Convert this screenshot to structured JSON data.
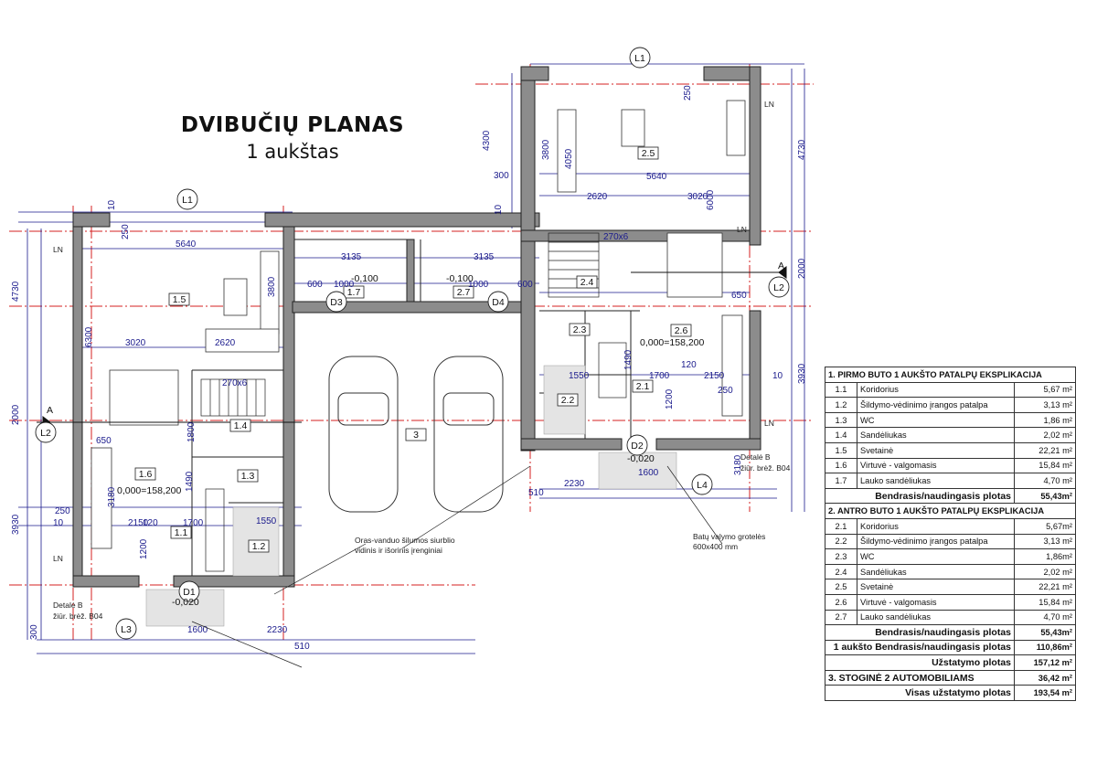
{
  "title": {
    "main": "DVIBUČIŲ PLANAS",
    "sub": "1 aukštas"
  },
  "colors": {
    "wall": "#8c8c8c",
    "wall_edge": "#222222",
    "dim": "#1a1a8c",
    "axis": "#d42020"
  },
  "plan": {
    "rooms": [
      "1.5",
      "1.6",
      "1.7",
      "1.4",
      "1.3",
      "1.2",
      "1.1",
      "3",
      "2.5",
      "2.6",
      "2.7",
      "2.4",
      "2.3",
      "2.2",
      "2.1"
    ],
    "levels": [
      "-0,100",
      "-0,100",
      "0,000=158,200",
      "0,000=158,200",
      "-0,020",
      "-0,020"
    ],
    "axis_marks": [
      "L1",
      "L1",
      "L2",
      "L2",
      "L3",
      "L4",
      "D1",
      "D2",
      "D3",
      "D4",
      "A",
      "A"
    ],
    "ln": [
      "LN",
      "LN",
      "LN",
      "LN",
      "LN"
    ],
    "details": [
      "Detalė B",
      "žiūr. brėž. B04",
      "Detalė B",
      "žiūr. brėž. B04"
    ],
    "notes": [
      "Oras-vanduo šilumos siurblio",
      "vidinis ir išorinis įrenginiai",
      "Batų valymo grotelės",
      "600x400 mm"
    ],
    "dims": [
      "5640",
      "5640",
      "3135",
      "3135",
      "3020",
      "3020",
      "2620",
      "2620",
      "4730",
      "4730",
      "6300",
      "6000",
      "3800",
      "3800",
      "4050",
      "4300",
      "3930",
      "3930",
      "2000",
      "2000",
      "1700",
      "1700",
      "2150",
      "2150",
      "1550",
      "1550",
      "2230",
      "2230",
      "1600",
      "1600",
      "1000",
      "1000",
      "600",
      "600",
      "250",
      "250",
      "250",
      "250",
      "10",
      "10",
      "10",
      "10",
      "120",
      "120",
      "1200",
      "1200",
      "3180",
      "3180",
      "1490",
      "1490",
      "650",
      "650",
      "300",
      "300",
      "510",
      "510",
      "270x6",
      "270x6",
      "1800"
    ]
  },
  "legend": {
    "sections": [
      {
        "header": "1. PIRMO BUTO 1 AUKŠTO PATALPŲ EKSPLIKACIJA",
        "rows": [
          {
            "num": "1.1",
            "name": "Koridorius",
            "area": "5,67 m²"
          },
          {
            "num": "1.2",
            "name": "Šildymo-vėdinimo įrangos patalpa",
            "area": "3,13 m²"
          },
          {
            "num": "1.3",
            "name": "WC",
            "area": "1,86 m²"
          },
          {
            "num": "1.4",
            "name": "Sandėliukas",
            "area": "2,02 m²"
          },
          {
            "num": "1.5",
            "name": "Svetainė",
            "area": "22,21 m²"
          },
          {
            "num": "1.6",
            "name": "Virtuvė - valgomasis",
            "area": "15,84 m²"
          },
          {
            "num": "1.7",
            "name": "Lauko sandėliukas",
            "area": "4,70 m²"
          }
        ],
        "total": {
          "label": "Bendrasis/naudingasis plotas",
          "value": "55,43m²"
        }
      },
      {
        "header": "2. ANTRO BUTO 1 AUKŠTO PATALPŲ EKSPLIKACIJA",
        "rows": [
          {
            "num": "2.1",
            "name": "Koridorius",
            "area": "5,67m²"
          },
          {
            "num": "2.2",
            "name": "Šildymo-vėdinimo įrangos patalpa",
            "area": "3,13 m²"
          },
          {
            "num": "2.3",
            "name": "WC",
            "area": "1,86m²"
          },
          {
            "num": "2.4",
            "name": "Sandėliukas",
            "area": "2,02 m²"
          },
          {
            "num": "2.5",
            "name": "Svetainė",
            "area": "22,21 m²"
          },
          {
            "num": "2.6",
            "name": "Virtuvė - valgomasis",
            "area": "15,84 m²"
          },
          {
            "num": "2.7",
            "name": "Lauko sandėliukas",
            "area": "4,70 m²"
          }
        ],
        "total": {
          "label": "Bendrasis/naudingasis plotas",
          "value": "55,43m²"
        }
      }
    ],
    "floor_total": {
      "label": "1 aukšto Bendrasis/naudingasis plotas",
      "value": "110,86m²"
    },
    "footprint": {
      "label": "Užstatymo plotas",
      "value": "157,12 m²"
    },
    "carport": {
      "label": "3. STOGINĖ 2 AUTOMOBILIAMS",
      "value": "36,42 m²"
    },
    "total_footprint": {
      "label": "Visas užstatymo plotas",
      "value": "193,54 m²"
    }
  }
}
